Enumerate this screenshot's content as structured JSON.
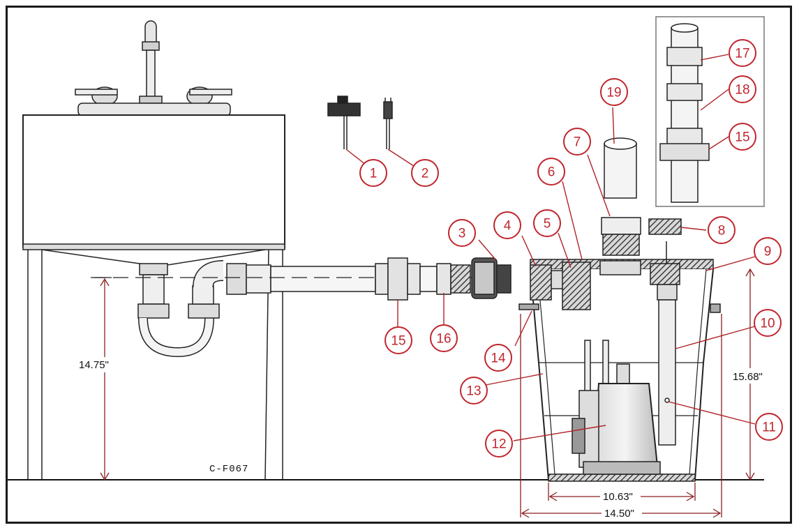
{
  "diagram": {
    "model_code": "C-F067",
    "dimensions": {
      "sink_drain_height": "14.75\"",
      "basin_height": "15.68\"",
      "basin_bottom_width": "10.63\"",
      "basin_top_width": "14.50\""
    },
    "callouts": [
      "1",
      "2",
      "3",
      "4",
      "5",
      "6",
      "7",
      "8",
      "9",
      "10",
      "11",
      "12",
      "13",
      "14",
      "15",
      "15",
      "16",
      "17",
      "18",
      "15",
      "19"
    ],
    "callout_color": "#c0262d"
  }
}
